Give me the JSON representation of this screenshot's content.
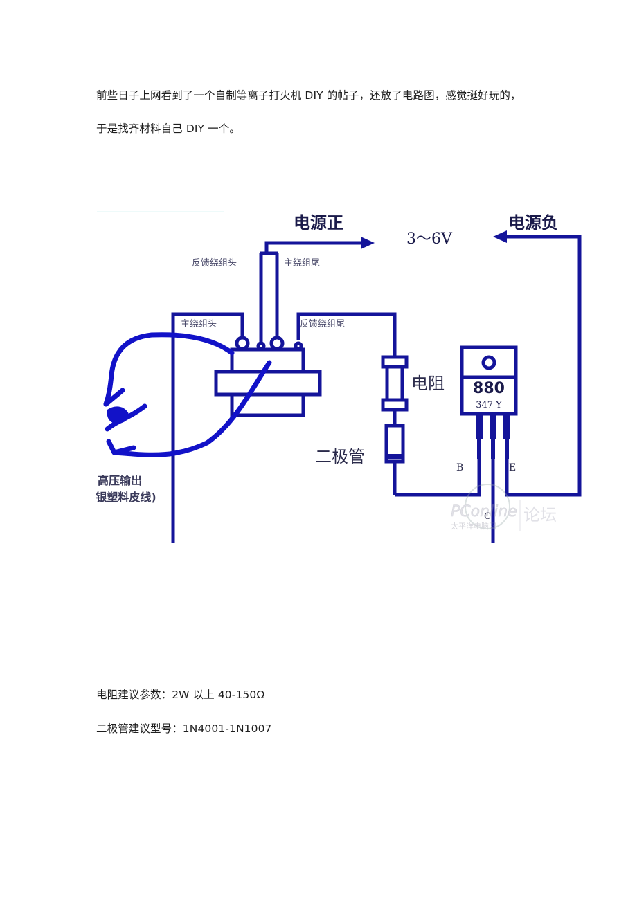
{
  "paragraphs": {
    "intro_line1": "前些日子上网看到了一个自制等离子打火机 DIY 的帖子，还放了电路图，感觉挺好玩的，",
    "intro_line2": "于是找齐材料自己 DIY 一个。",
    "resistor_note": "电阻建议参数：2W 以上 40-150Ω",
    "diode_note": "二极管建议型号：1N4001-1N1007"
  },
  "diagram": {
    "power_positive": "电源正",
    "voltage": "3～6V",
    "power_negative": "电源负",
    "feedback_winding_head": "反馈绕组头",
    "main_winding_tail": "主绕组尾",
    "main_winding_head": "主绕组头",
    "feedback_winding_tail": "反馈绕组尾",
    "resistor": "电阻",
    "diode": "二极管",
    "transistor_model": "880",
    "transistor_code": "347  Y",
    "pin_b": "B",
    "pin_c": "C",
    "pin_e": "E",
    "hv_output_line1": "高压输出",
    "hv_output_line2": "(银塑料皮线)",
    "watermark_brand": "PConline",
    "watermark_site": "太平洋电脑网",
    "watermark_forum": "论坛",
    "colors": {
      "wire": "#14149a",
      "label": "#4a4a6a",
      "bold_label": "#1a1a4a"
    }
  }
}
